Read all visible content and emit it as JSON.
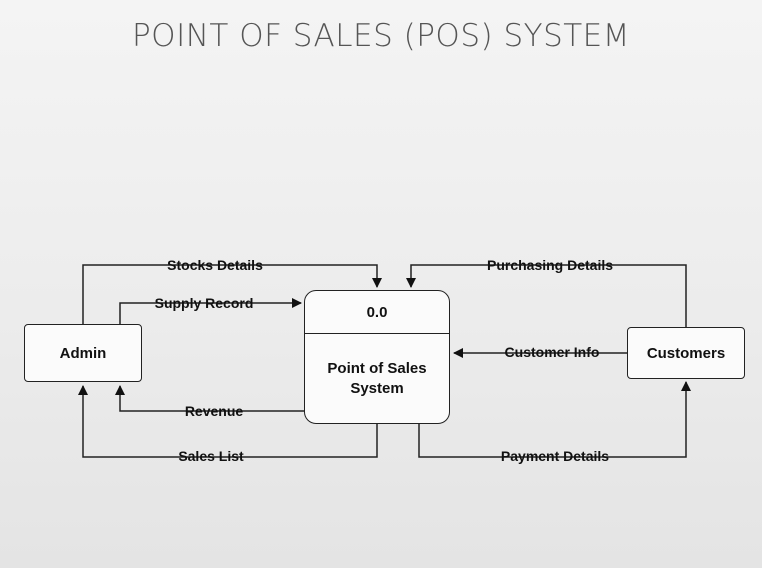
{
  "title": "POINT OF SALES (POS) SYSTEM",
  "entities": {
    "admin": "Admin",
    "customers": "Customers"
  },
  "process": {
    "id": "0.0",
    "name": "Point of Sales System"
  },
  "flows": {
    "stocks_details": "Stocks Details",
    "supply_record": "Supply Record",
    "revenue": "Revenue",
    "sales_list": "Sales List",
    "purchasing_details": "Purchasing Details",
    "customer_info": "Customer Info",
    "payment_details": "Payment Details"
  }
}
